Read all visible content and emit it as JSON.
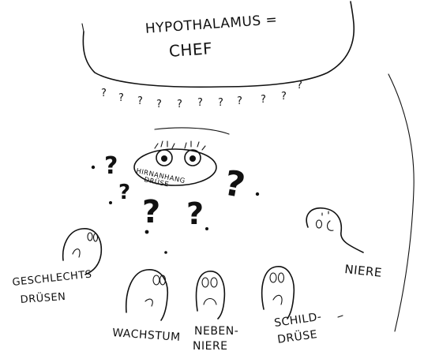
{
  "hypothalamus": {
    "line1": "HYPOTHALAMUS =",
    "line2": "CHEF"
  },
  "pituitary": {
    "line1": "HIRNANHANG",
    "line2": "DRÜSE"
  },
  "question_mark": "?",
  "organs": {
    "sex_glands": {
      "line1": "GESCHLECHTS",
      "line2": "DRÜSEN"
    },
    "growth": {
      "line1": "WACHSTUM"
    },
    "adrenal": {
      "line1": "NEBEN-",
      "line2": "NIERE"
    },
    "thyroid": {
      "line1": "SCHILD-",
      "line2": "DRÜSE"
    },
    "kidney": {
      "line1": "NIERE"
    }
  },
  "colors": {
    "ink": "#111111",
    "background": "#ffffff"
  }
}
